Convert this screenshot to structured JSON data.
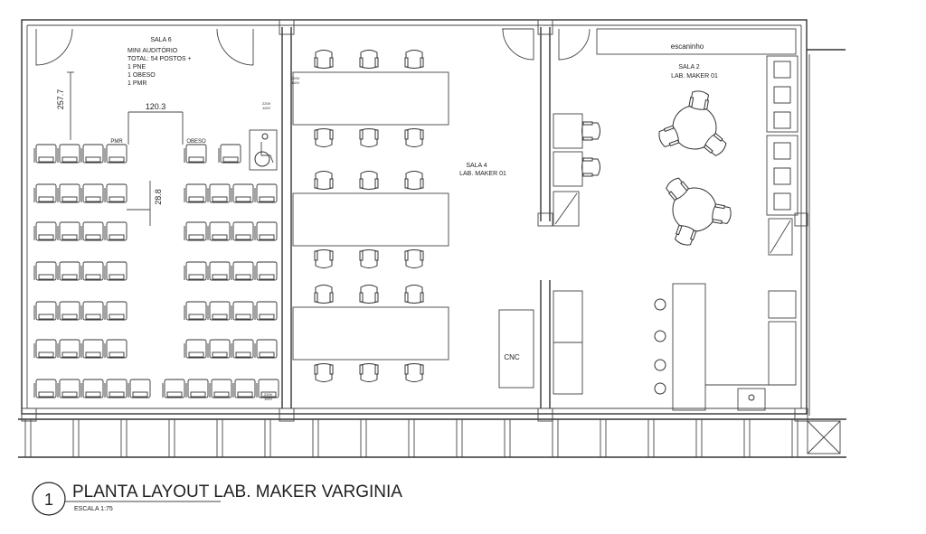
{
  "title": {
    "number": "1",
    "text": "PLANTA LAYOUT LAB. MAKER VARGINIA",
    "scale": "ESCALA 1:75"
  },
  "rooms": {
    "sala6": {
      "title": "SALA 6",
      "lines": [
        "MINI AUDITÓRIO",
        "TOTAL: 54 POSTOS +",
        "1 PNE",
        "1 OBESO",
        "1 PMR"
      ]
    },
    "sala4": {
      "title": "SALA 4",
      "subtitle": "LAB. MAKER 01",
      "machine": "CNC"
    },
    "sala2": {
      "title": "SALA 2",
      "subtitle": "LAB. MAKER 01"
    },
    "locker_label": "escaninho"
  },
  "dimensions": [
    "257.7",
    "120.3",
    "28.8"
  ],
  "seat_tags": {
    "pmr": "PMR",
    "obeso": "OBESO"
  },
  "outlet_labels": [
    "220V",
    "110V"
  ],
  "colors": {
    "pmr_seat": "#3d5fb5",
    "obeso_seat": "#3fae6a",
    "line": "#333333"
  }
}
